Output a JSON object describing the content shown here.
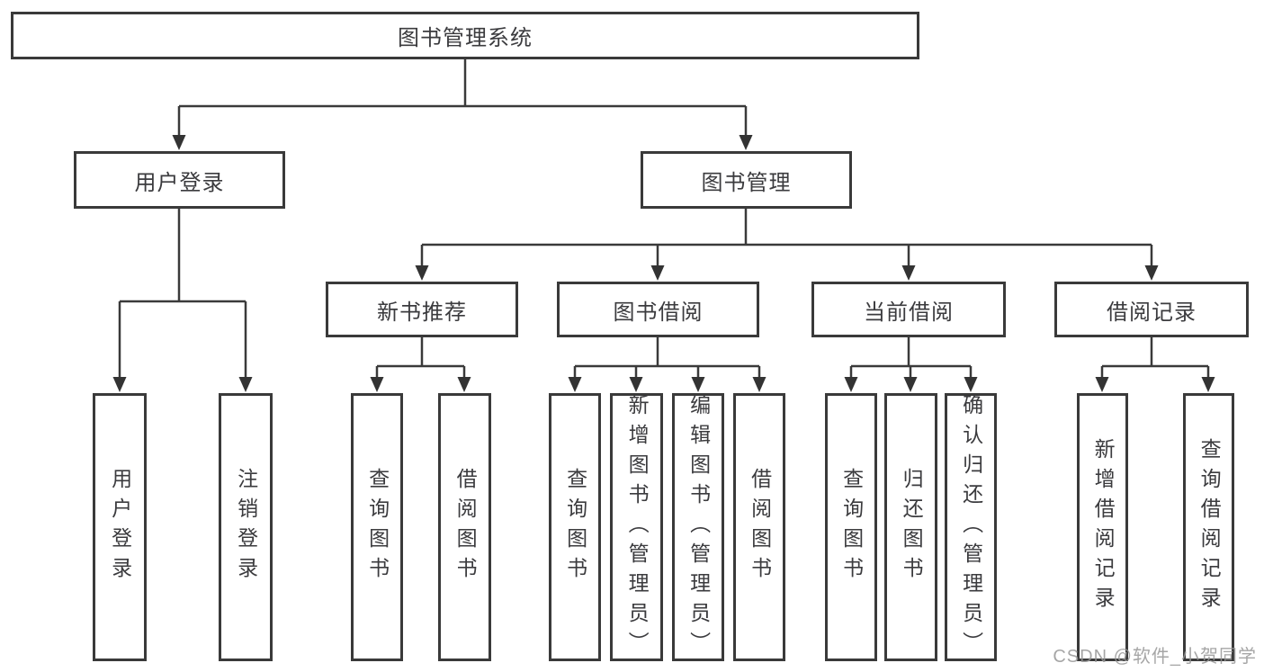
{
  "nodes": {
    "root": "图书管理系统",
    "user_login": "用户登录",
    "book_mgmt": "图书管理",
    "new_book": "新书推荐",
    "borrow": "图书借阅",
    "current": "当前借阅",
    "record": "借阅记录",
    "ul_login": "用户登录",
    "ul_logout": "注销登录",
    "nb_query": "查询图书",
    "nb_borrow": "借阅图书",
    "bb_query": "查询图书",
    "bb_add": "新增图书（管理员）",
    "bb_edit": "编辑图书（管理员）",
    "bb_borrow": "借阅图书",
    "cb_query": "查询图书",
    "cb_return": "归还图书",
    "cb_confirm": "确认归还（管理员）",
    "br_add": "新增借阅记录",
    "br_query": "查询借阅记录"
  },
  "structure": {
    "图书管理系统": {
      "用户登录": [
        "用户登录",
        "注销登录"
      ],
      "图书管理": {
        "新书推荐": [
          "查询图书",
          "借阅图书"
        ],
        "图书借阅": [
          "查询图书",
          "新增图书（管理员）",
          "编辑图书（管理员）",
          "借阅图书"
        ],
        "当前借阅": [
          "查询图书",
          "归还图书",
          "确认归还（管理员）"
        ],
        "借阅记录": [
          "新增借阅记录",
          "查询借阅记录"
        ]
      }
    }
  },
  "watermark": {
    "text": "CSDN @软件_小贺同学"
  },
  "colors": {
    "line": "#3a3a3a",
    "text": "#3b3b3e",
    "background": "#ffffff",
    "watermark": "#999999"
  }
}
